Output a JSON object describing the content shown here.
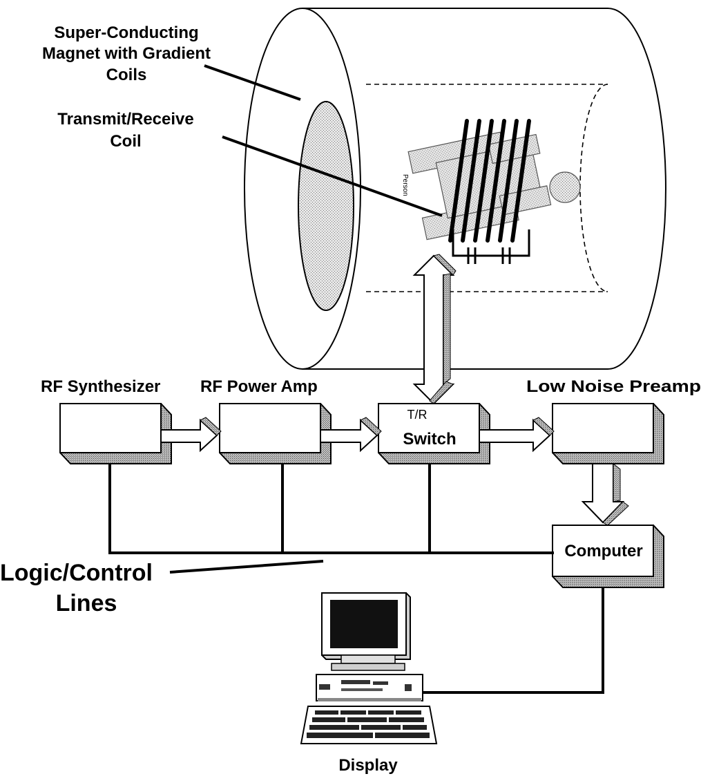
{
  "labels": {
    "magnet_line1": "Super-Conducting",
    "magnet_line2": "Magnet with Gradient",
    "magnet_line3": "Coils",
    "coil_line1": "Transmit/Receive",
    "coil_line2": "Coil",
    "person": "Person",
    "rf_synth": "RF Synthesizer",
    "rf_amp": "RF Power Amp",
    "preamp": "Low Noise Preamp",
    "tr_top": "T/R",
    "tr_bottom": "Switch",
    "computer": "Computer",
    "logic_line1": "Logic/Control",
    "logic_line2": "Lines",
    "display": "Display"
  }
}
